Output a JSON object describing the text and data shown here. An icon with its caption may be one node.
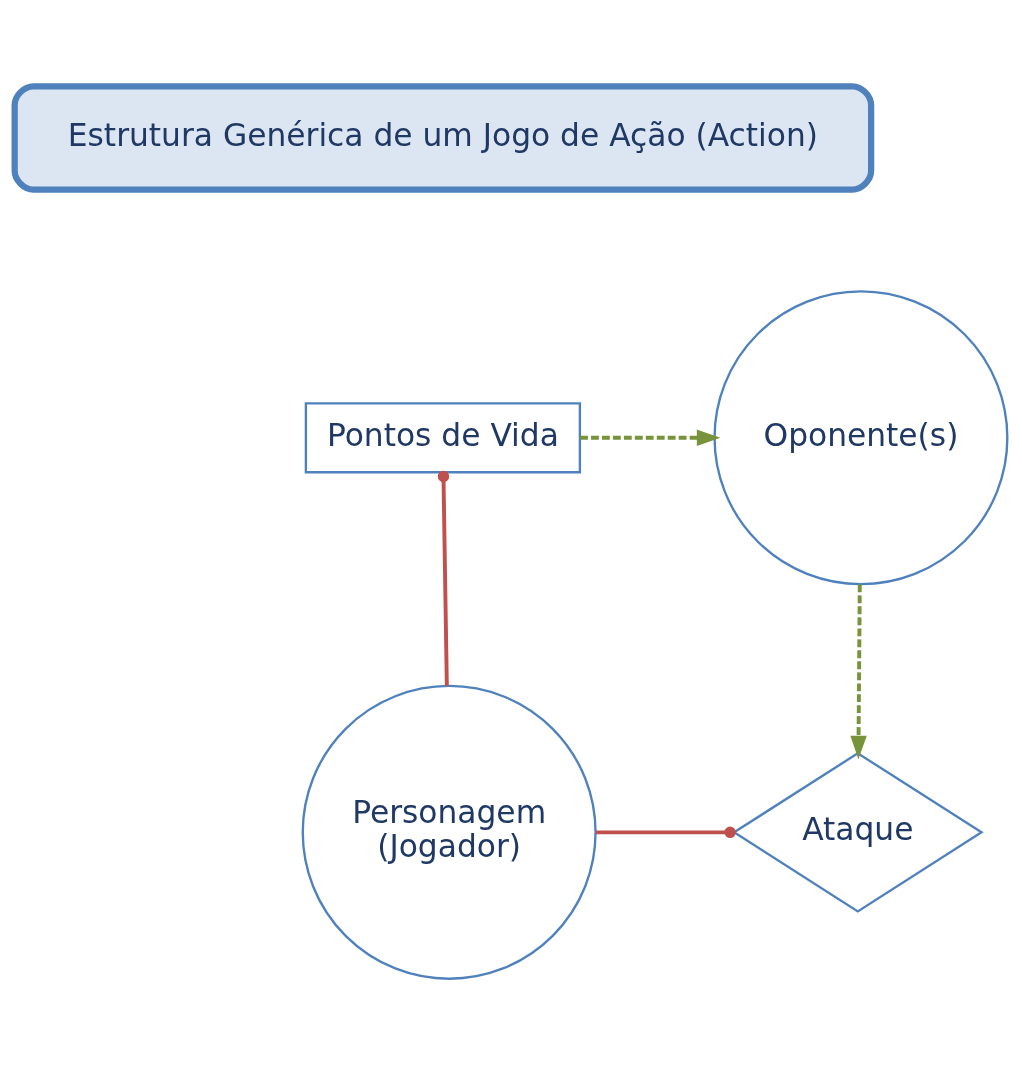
{
  "diagram": {
    "nodes": [
      {
        "text": [
          "Estrutura Genérica de um Jogo de Ação (Action)"
        ]
      },
      {
        "text": [
          "Pontos de Vida"
        ]
      },
      {
        "text": [
          "Oponente(s)"
        ]
      },
      {
        "text": [
          "Ataque"
        ]
      },
      {
        "text": [
          "Personagem (Jogador)"
        ]
      }
    ],
    "edges": [
      {
        "from": 1,
        "to": 2,
        "arrow": "to",
        "style": "dashed",
        "color": "#77933c"
      },
      {
        "from": 2,
        "to": 3,
        "arrow": "to",
        "style": "dashed",
        "color": "#77933c"
      },
      {
        "from": 4,
        "to": 1,
        "arrow": "other",
        "color": "#c0504d"
      },
      {
        "from": 4,
        "to": 3,
        "arrow": "other",
        "color": "#c0504d"
      }
    ]
  }
}
